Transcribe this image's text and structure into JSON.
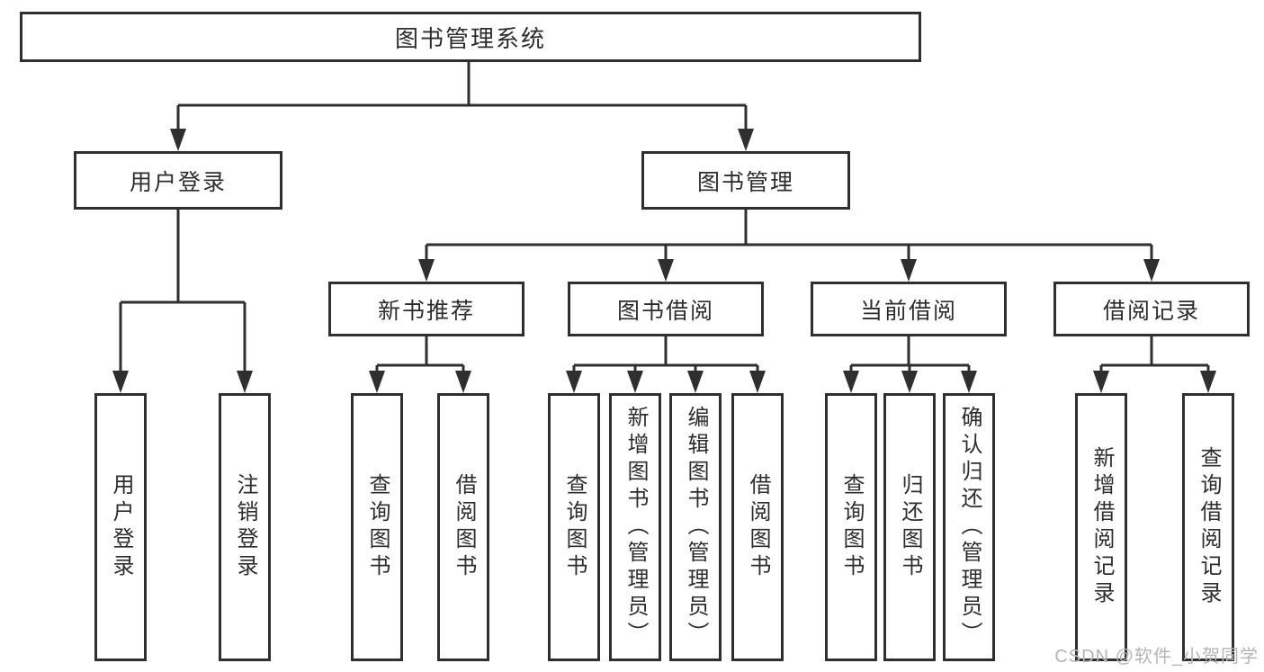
{
  "colors": {
    "background": "#ffffff",
    "line": "#2f2f2f",
    "box_border": "#2f2f2f",
    "text": "#2d2d2d",
    "watermark": "#b5b5b5"
  },
  "tree": {
    "root": {
      "label": "图书管理系统",
      "children": [
        {
          "label": "用户登录",
          "children": [
            {
              "label": "用户登录"
            },
            {
              "label": "注销登录"
            }
          ]
        },
        {
          "label": "图书管理",
          "children": [
            {
              "label": "新书推荐",
              "children": [
                {
                  "label": "查询图书"
                },
                {
                  "label": "借阅图书"
                }
              ]
            },
            {
              "label": "图书借阅",
              "children": [
                {
                  "label": "查询图书"
                },
                {
                  "label": "新增图书（管理员）"
                },
                {
                  "label": "编辑图书（管理员）"
                },
                {
                  "label": "借阅图书"
                }
              ]
            },
            {
              "label": "当前借阅",
              "children": [
                {
                  "label": "查询图书"
                },
                {
                  "label": "归还图书"
                },
                {
                  "label": "确认归还（管理员）"
                }
              ]
            },
            {
              "label": "借阅记录",
              "children": [
                {
                  "label": "新增借阅记录"
                },
                {
                  "label": "查询借阅记录"
                }
              ]
            }
          ]
        }
      ]
    }
  },
  "watermark": {
    "text": "CSDN @软件_小贺同学"
  }
}
